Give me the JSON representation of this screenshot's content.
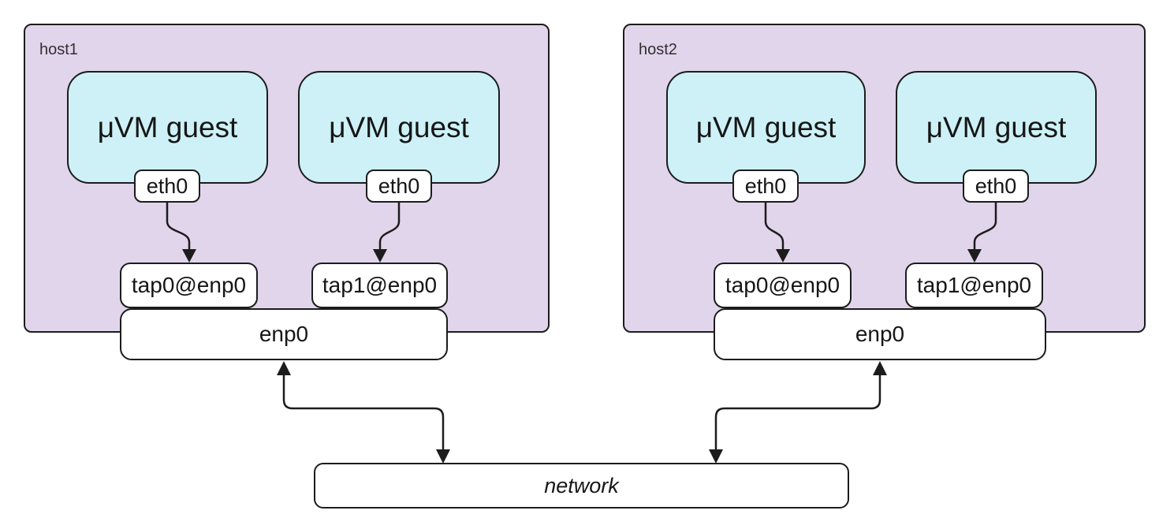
{
  "colors": {
    "canvas-bg": "#ffffff",
    "host-fill": "#e1d5ec",
    "guest-fill": "#cdf1f6",
    "node-fill": "#ffffff",
    "stroke": "#1c1c1c",
    "text": "#161616",
    "host-label": "#303030"
  },
  "hosts": [
    {
      "label": "host1",
      "guests": [
        {
          "label": "μVM guest",
          "port_label": "eth0"
        },
        {
          "label": "μVM guest",
          "port_label": "eth0"
        }
      ],
      "taps": [
        {
          "label": "tap0@enp0"
        },
        {
          "label": "tap1@enp0"
        }
      ],
      "nic_label": "enp0"
    },
    {
      "label": "host2",
      "guests": [
        {
          "label": "μVM guest",
          "port_label": "eth0"
        },
        {
          "label": "μVM guest",
          "port_label": "eth0"
        }
      ],
      "taps": [
        {
          "label": "tap0@enp0"
        },
        {
          "label": "tap1@enp0"
        }
      ],
      "nic_label": "enp0"
    }
  ],
  "network": {
    "label": "network"
  }
}
